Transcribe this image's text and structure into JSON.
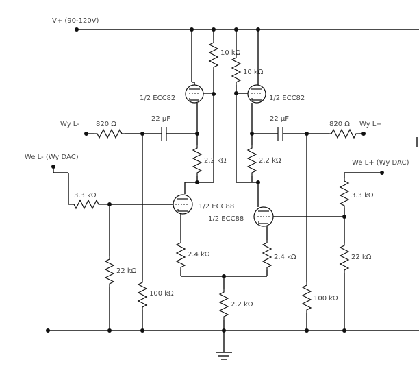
{
  "labels": {
    "supply": "V+ (90-120V)",
    "r_plate_left": "10 kΩ",
    "r_plate_right": "10 kΩ",
    "tube_upper_left": "1/2 ECC82",
    "tube_upper_right": "1/2 ECC82",
    "out_left": "Wy L-",
    "out_right": "Wy L+",
    "r_out_left": "820 Ω",
    "r_out_right": "820 Ω",
    "cap_left": "22 µF",
    "cap_right": "22 µF",
    "r_cath_left": "2.2 kΩ",
    "r_cath_right": "2.2 kΩ",
    "in_left": "We L- (Wy DAC)",
    "in_right": "We L+ (Wy DAC)",
    "r_in_left": "3.3 kΩ",
    "r_in_right": "3.3 kΩ",
    "tube_lower_left": "1/2 ECC88",
    "tube_lower_right": "1/2 ECC88",
    "r_div_left": "22 kΩ",
    "r_div_right": "22 kΩ",
    "r_k2_left": "2.4 kΩ",
    "r_k2_right": "2.4 kΩ",
    "r_bleed_left": "100 kΩ",
    "r_bleed_right": "100 kΩ",
    "r_tail": "2.2 kΩ"
  }
}
